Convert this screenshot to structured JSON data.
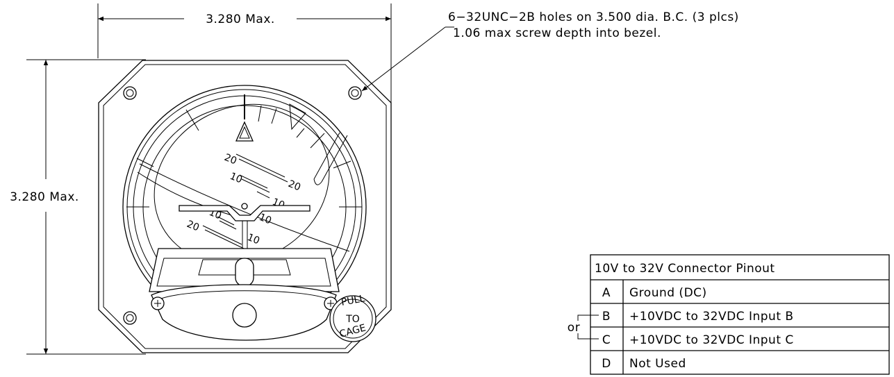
{
  "dimensions": {
    "width_label": "3.280 Max.",
    "height_label": "3.280 Max."
  },
  "callout": {
    "line1": "6−32UNC−2B holes on 3.500 dia. B.C. (3 plcs)",
    "line2": "1.06 max screw depth into bezel."
  },
  "instrument": {
    "pitch_labels": [
      "20",
      "10",
      "20",
      "10",
      "10",
      "10",
      "20",
      "10"
    ],
    "knob_text": [
      "PULL",
      "TO",
      "CAGE"
    ]
  },
  "pinout": {
    "title": "10V to 32V Connector Pinout",
    "rows": [
      {
        "pin": "A",
        "desc": "Ground (DC)"
      },
      {
        "pin": "B",
        "desc": "+10VDC to 32VDC Input B"
      },
      {
        "pin": "C",
        "desc": "+10VDC to 32VDC Input C"
      },
      {
        "pin": "D",
        "desc": "Not Used"
      }
    ],
    "or_label": "or"
  }
}
